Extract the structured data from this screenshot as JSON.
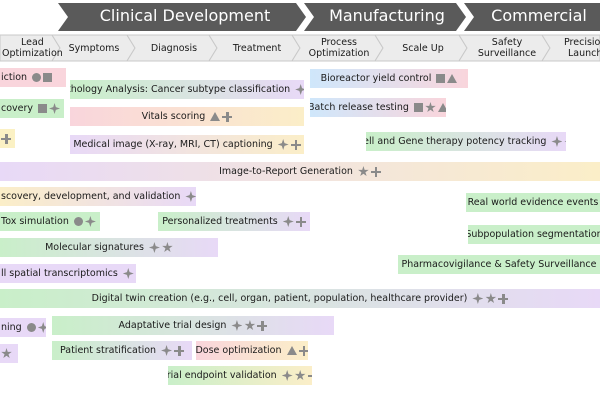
{
  "phases": [
    {
      "label": "Clinical Development"
    },
    {
      "label": "Manufacturing"
    },
    {
      "label": "Commercial"
    }
  ],
  "stages": [
    {
      "label": "Lead\nOptimization"
    },
    {
      "label": "Symptoms"
    },
    {
      "label": "Diagnosis"
    },
    {
      "label": "Treatment"
    },
    {
      "label": "Process\nOptimization"
    },
    {
      "label": "Scale Up"
    },
    {
      "label": "Safety\nSurveillance"
    },
    {
      "label": "Precision\nLaunch"
    }
  ],
  "colors": {
    "phase_arrow": "#5a5a5a",
    "stage_arrow": "#ececec",
    "stage_border": "#c9c9c9",
    "icon": "#8a8a8a"
  },
  "use_cases": [
    {
      "text": "iction",
      "icons": [
        "circle",
        "square"
      ],
      "bg": "#f9d5dc"
    },
    {
      "text": "Pathology Analysis: Cancer subtype classification",
      "icons": [
        "sparkle",
        "cross"
      ],
      "bg": "linear-gradient(90deg,#c9efc9,#e8d9f7)"
    },
    {
      "text": "Bioreactor yield control",
      "icons": [
        "square",
        "triangle"
      ],
      "bg": "linear-gradient(90deg,#cfe7fb,#f9d5dc)"
    },
    {
      "text": "covery",
      "icons": [
        "square",
        "sparkle"
      ],
      "bg": "#c9efc9"
    },
    {
      "text": "Batch release testing",
      "icons": [
        "square",
        "star",
        "triangle"
      ],
      "bg": "linear-gradient(90deg,#cfe7fb,#f9d5dc)"
    },
    {
      "text": "Vitals scoring",
      "icons": [
        "triangle",
        "cross"
      ],
      "bg": "linear-gradient(90deg,#f9d5dc,#fbeec8)"
    },
    {
      "text": "",
      "icons": [
        "cross"
      ],
      "bg": "#fbf1c4"
    },
    {
      "text": "Medical image (X-ray, MRI, CT) captioning",
      "icons": [
        "sparkle",
        "cross"
      ],
      "bg": "linear-gradient(90deg,#e8d9f7,#fbeec8)"
    },
    {
      "text": "Cell and Gene therapy potency tracking",
      "icons": [
        "sparkle",
        "sparkle"
      ],
      "bg": "linear-gradient(90deg,#c9efc9,#e8d9f7)"
    },
    {
      "text": "Image-to-Report Generation",
      "icons": [
        "star",
        "cross"
      ],
      "bg": "linear-gradient(90deg,#e8d9f7,#fbeec8)"
    },
    {
      "text": "scovery, development, and validation",
      "icons": [
        "sparkle",
        "triangle",
        "cross"
      ],
      "bg": "linear-gradient(90deg,#fbeec8,#e8d9f7)"
    },
    {
      "text": "Real world evidence events",
      "icons": [],
      "bg": "#c9efc9"
    },
    {
      "text": "Tox simulation",
      "icons": [
        "circle",
        "sparkle"
      ],
      "bg": "#c9efc9"
    },
    {
      "text": "Personalized treatments",
      "icons": [
        "sparkle",
        "cross"
      ],
      "bg": "linear-gradient(90deg,#c9efc9,#e8d9f7)"
    },
    {
      "text": "Subpopulation segmentation",
      "icons": [],
      "bg": "#c9efc9"
    },
    {
      "text": "Molecular signatures",
      "icons": [
        "sparkle",
        "star"
      ],
      "bg": "linear-gradient(90deg,#c9efc9,#e8d9f7)"
    },
    {
      "text": "Pharmacovigilance & Safety Surveillance",
      "icons": [],
      "bg": "#c9efc9"
    },
    {
      "text": "ll spatial transcriptomics",
      "icons": [
        "sparkle",
        "star"
      ],
      "bg": "#e8d9f7"
    },
    {
      "text": "Digital twin creation (e.g., cell, organ, patient, population, healthcare provider)",
      "icons": [
        "sparkle",
        "star",
        "cross"
      ],
      "bg": "linear-gradient(90deg,#c9efc9,#e8d9f7)"
    },
    {
      "text": "ning",
      "icons": [
        "circle",
        "sparkle"
      ],
      "bg": "#e8d9f7"
    },
    {
      "text": "Adaptative trial design",
      "icons": [
        "sparkle",
        "star",
        "cross"
      ],
      "bg": "linear-gradient(90deg,#c9efc9,#e8d9f7)"
    },
    {
      "text": "",
      "icons": [
        "star"
      ],
      "bg": "#e8d9f7"
    },
    {
      "text": "Patient stratification",
      "icons": [
        "sparkle",
        "cross"
      ],
      "bg": "linear-gradient(90deg,#c9efc9,#e8d9f7)"
    },
    {
      "text": "Dose optimization",
      "icons": [
        "triangle",
        "cross"
      ],
      "bg": "linear-gradient(90deg,#f9d5dc,#fbeec8)"
    },
    {
      "text": "Trial endpoint validation",
      "icons": [
        "sparkle",
        "star",
        "cross"
      ],
      "bg": "linear-gradient(90deg,#c9efc9,#fbeec8)"
    }
  ]
}
